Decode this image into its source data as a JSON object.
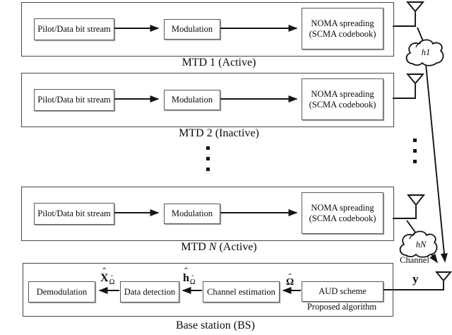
{
  "figure": {
    "mtd_common": {
      "source": "Pilot/Data bit stream",
      "modulation": "Modulation",
      "noma_line1": "NOMA spreading",
      "noma_line2": "(SCMA codebook)"
    },
    "mtd_blocks": [
      {
        "caption_pre": "MTD",
        "caption_id": "1",
        "caption_post": "(Active)"
      },
      {
        "caption_pre": "MTD",
        "caption_id": "2",
        "caption_post": "(Inactive)"
      },
      {
        "caption_pre": "MTD",
        "caption_id": "N",
        "caption_post": "(Active)"
      }
    ],
    "channel": {
      "cloud_top_label": "h1",
      "cloud_bottom_label": "hN",
      "caption": "Channel",
      "received_signal": "y"
    },
    "base_station": {
      "caption": "Base station (BS)",
      "demodulation": "Demodulation",
      "data_detection": "Data detection",
      "channel_estimation": "Channel estimation",
      "aud": "AUD scheme",
      "aud_caption": "Proposed algorithm",
      "hat": "ˆ",
      "signal1_base": "X",
      "signal1_sub": "Ω",
      "signal2_base": "h",
      "signal2_sub": "Ω",
      "signal3_base": "Ω"
    }
  }
}
